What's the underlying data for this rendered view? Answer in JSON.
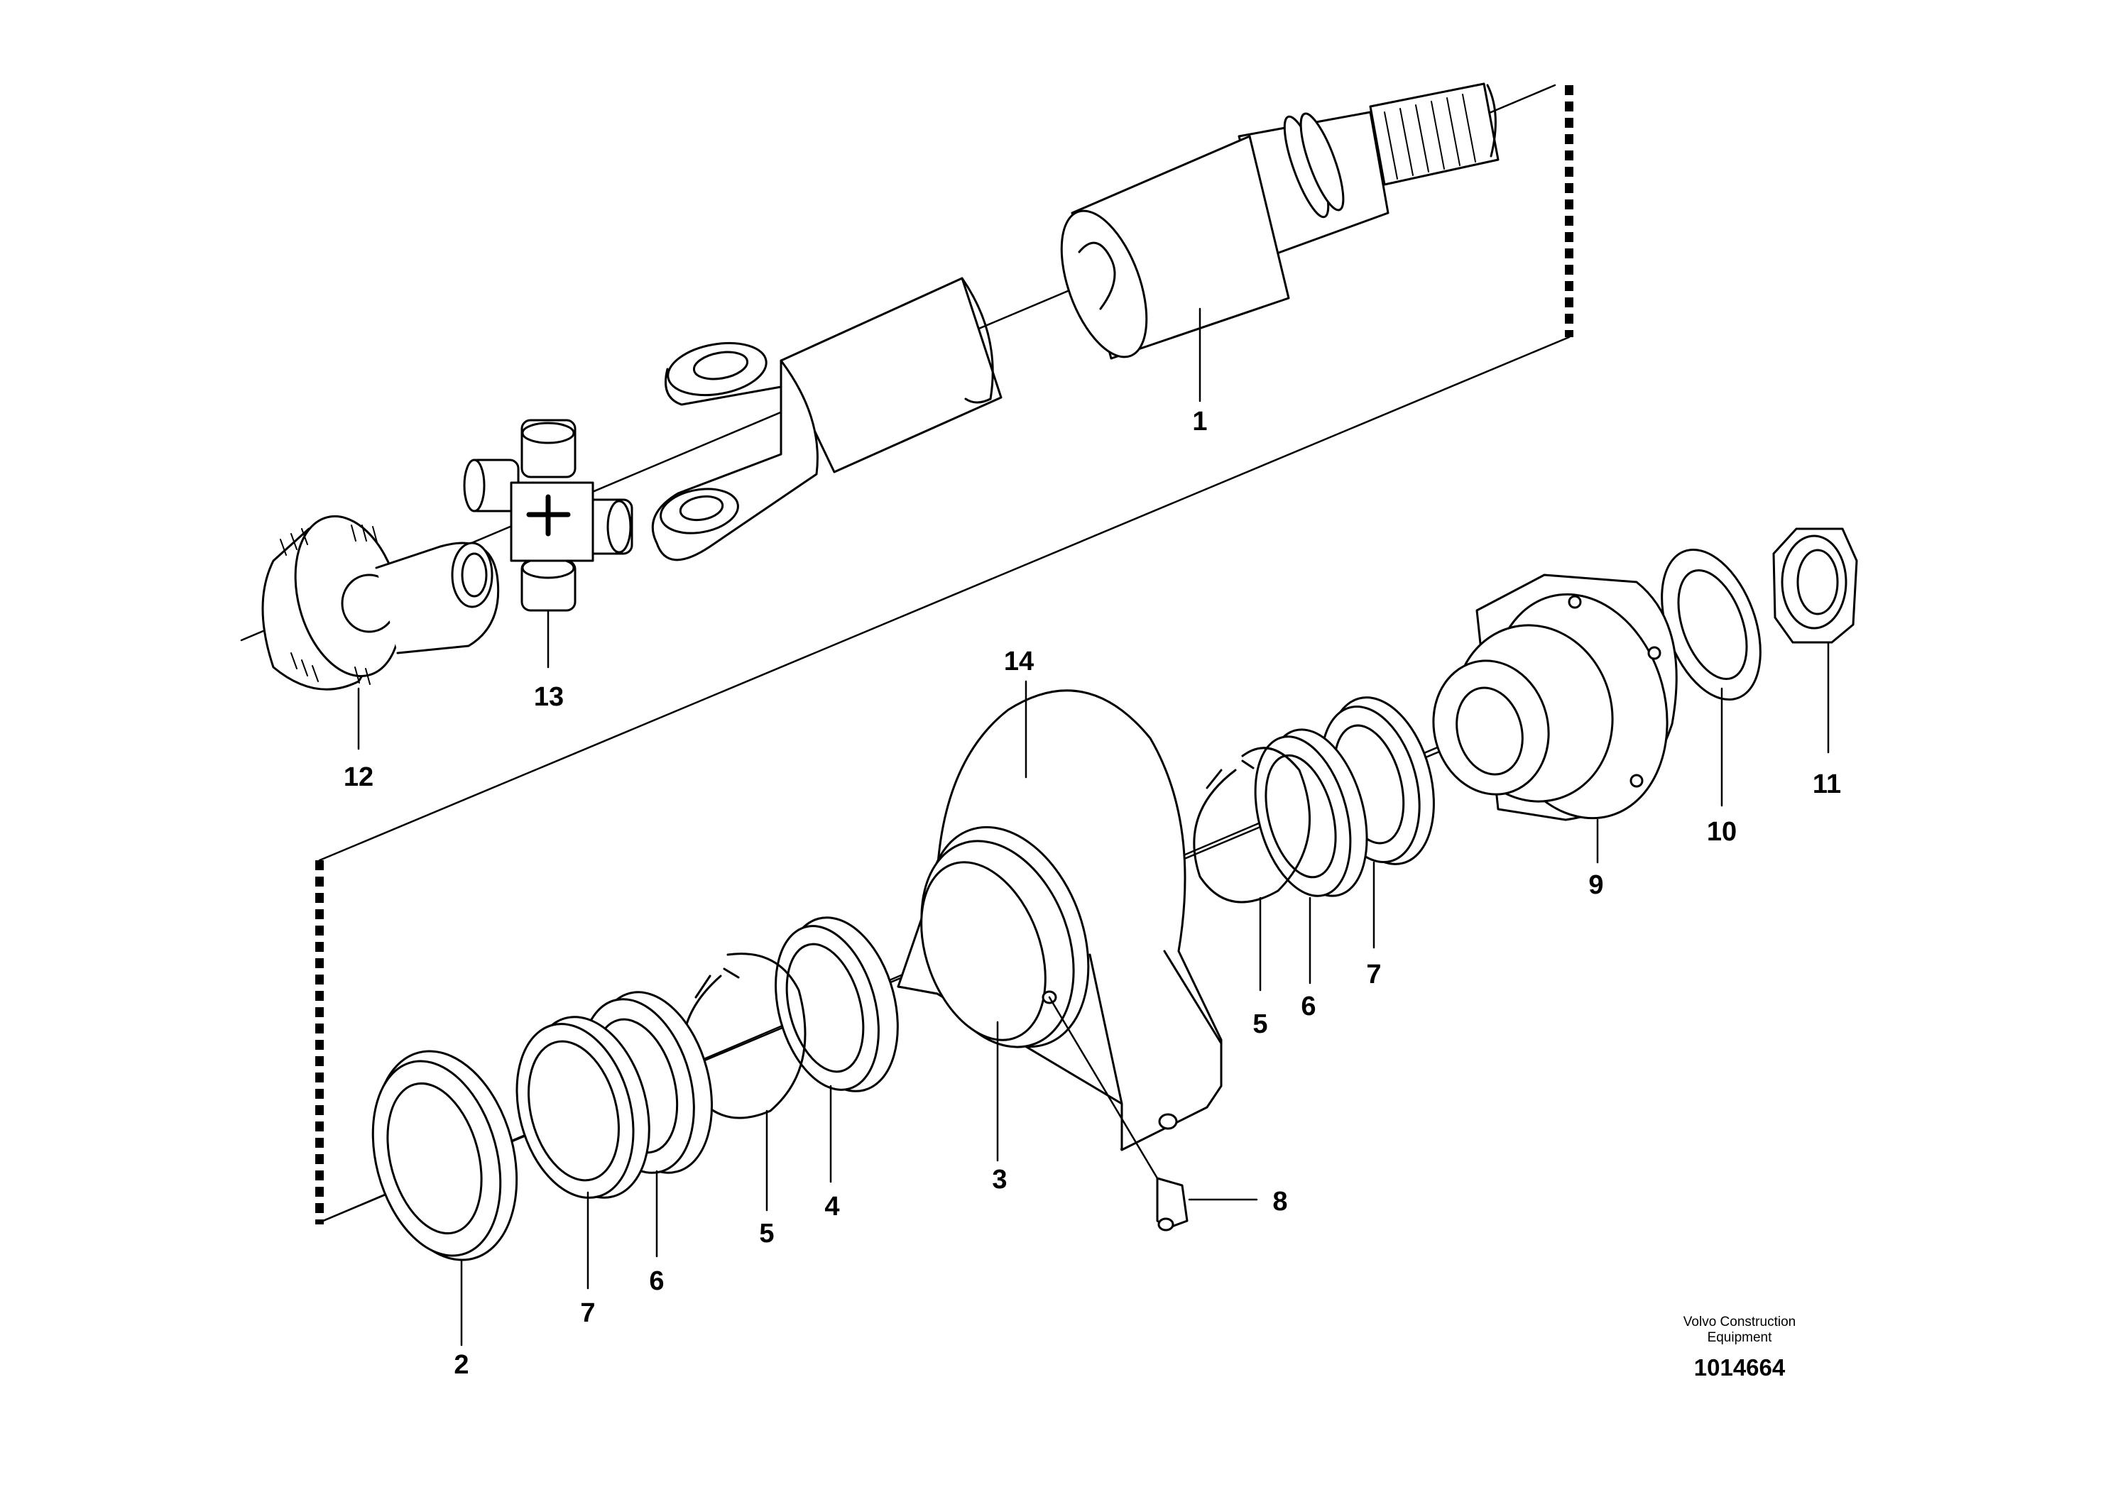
{
  "brand": {
    "line1": "Volvo Construction",
    "line2": "Equipment"
  },
  "drawing_number": "1014664",
  "callouts": [
    {
      "id": "c1",
      "text": "1"
    },
    {
      "id": "c2",
      "text": "2"
    },
    {
      "id": "c3",
      "text": "3"
    },
    {
      "id": "c4",
      "text": "4"
    },
    {
      "id": "c5a",
      "text": "5"
    },
    {
      "id": "c5b",
      "text": "5"
    },
    {
      "id": "c6a",
      "text": "6"
    },
    {
      "id": "c6b",
      "text": "6"
    },
    {
      "id": "c7a",
      "text": "7"
    },
    {
      "id": "c7b",
      "text": "7"
    },
    {
      "id": "c8",
      "text": "8"
    },
    {
      "id": "c9",
      "text": "9"
    },
    {
      "id": "c10",
      "text": "10"
    },
    {
      "id": "c11",
      "text": "11"
    },
    {
      "id": "c12",
      "text": "12"
    },
    {
      "id": "c13",
      "text": "13"
    },
    {
      "id": "c14",
      "text": "14"
    }
  ],
  "colors": {
    "line": "#000000",
    "background": "#ffffff"
  }
}
